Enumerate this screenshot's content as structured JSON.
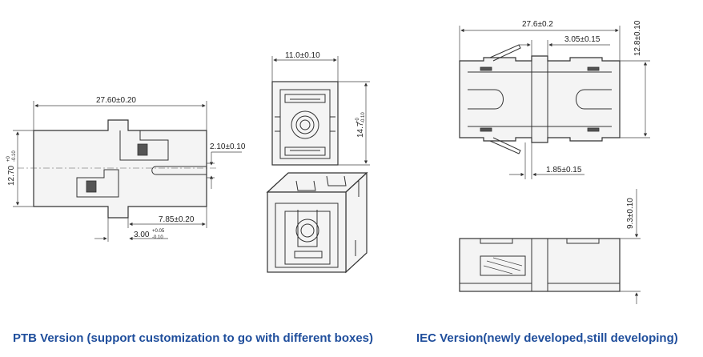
{
  "captions": {
    "ptb": "PTB Version (support customization to go with different boxes)",
    "iec": "IEC Version(newly developed,still developing)"
  },
  "colors": {
    "caption": "#1f4e9c",
    "line": "#333333",
    "fill": "#f4f4f4"
  },
  "ptb_side_view": {
    "overall_length": "27.60±0.20",
    "height_main": "12.70",
    "height_tol_upper": "+0",
    "height_tol_lower": "-0.10",
    "slot_width": "2.10±0.10",
    "flange_offset": "7.85±0.20",
    "flange_thickness_main": "3.00",
    "flange_tol_upper": "+0.05",
    "flange_tol_lower": "-0.10"
  },
  "front_view": {
    "width": "11.0±0.10",
    "height_main": "14.7",
    "height_tol_upper": "+0",
    "height_tol_lower": "-0.10"
  },
  "iec_top_view": {
    "overall_length": "27.6±0.2",
    "clip_width": "3.05±0.15",
    "height": "12.8±0.10",
    "tab_width": "1.85±0.15"
  },
  "iec_side_view": {
    "height": "9.3±0.10"
  }
}
